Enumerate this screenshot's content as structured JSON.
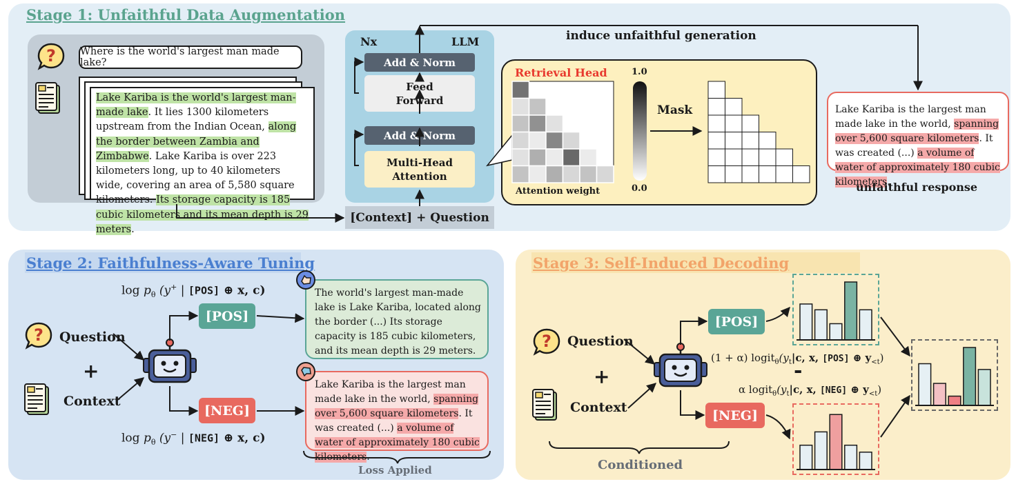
{
  "stage1": {
    "title": "Stage 1: Unfaithful Data Augmentation",
    "question": "Where is the world's largest man made lake?",
    "document": [
      {
        "t": "Lake Kariba is the world's largest man-made lake",
        "h": "g"
      },
      {
        "t": ". It lies 1300 kilometers upstream from the Indian Ocean, ",
        "h": ""
      },
      {
        "t": "along the border between Zambia and Zimbabwe",
        "h": "g"
      },
      {
        "t": ". Lake Kariba is over 223 kilometers long, up to 40 kilometers wide, covering an area of 5,580 square kilometers. ",
        "h": ""
      },
      {
        "t": "Its storage capacity is 185 cubic kilometers and its mean depth is 29 meters",
        "h": "g"
      },
      {
        "t": ".",
        "h": ""
      }
    ],
    "nx": "Nx",
    "llm": "LLM",
    "add_norm_top": "Add & Norm",
    "feed_forward": "Feed Forward",
    "add_norm_bottom": "Add & Norm",
    "multi_head": "Multi-Head Attention",
    "context_question": "[Context] + Question",
    "induce": "induce unfaithful generation",
    "retrieval_head": "Retrieval Head",
    "attention_weight": "Attention weight",
    "scale_max": "1.0",
    "scale_min": "0.0",
    "mask": "Mask",
    "unfaithful_response": [
      {
        "t": "Lake Kariba is the largest man made lake in the world, ",
        "h": ""
      },
      {
        "t": "spanning over 5,600 square kilometers",
        "h": "r"
      },
      {
        "t": ". It was created (...) ",
        "h": ""
      },
      {
        "t": "a volume of water of approximately 180 cubic kilometers",
        "h": "r"
      },
      {
        "t": ".",
        "h": ""
      }
    ],
    "unfaithful_label": "unfaithful response"
  },
  "stage2": {
    "title": "Stage 2: Faithfulness-Aware Tuning",
    "question": "Question",
    "plus": "+",
    "context": "Context",
    "pos_tag": "[POS]",
    "neg_tag": "[NEG]",
    "pos_formula": {
      "pre": "log ",
      "p": "p",
      "sub": "θ",
      "open": " (y",
      "sup": "+",
      "mid": " | ",
      "tag": "[POS]",
      "post": " ⊕ x, c)"
    },
    "neg_formula": {
      "pre": "log ",
      "p": "p",
      "sub": "θ",
      "open": " (y",
      "sup": "−",
      "mid": " | ",
      "tag": "[NEG]",
      "post": " ⊕ x, c)"
    },
    "pos_response": "The world's largest man-made lake is Lake Kariba, located along the border (...) Its storage capacity is 185 cubic kilometers, and its mean depth is 29 meters.",
    "neg_response": [
      {
        "t": "Lake Kariba is the largest man made lake in the world, ",
        "h": ""
      },
      {
        "t": "spanning over 5,600 square kilometers",
        "h": "r"
      },
      {
        "t": ". It was created (...) ",
        "h": ""
      },
      {
        "t": "a volume of water of approximately 180 cubic kilometers",
        "h": "r"
      },
      {
        "t": ".",
        "h": ""
      }
    ],
    "loss": "Loss Applied"
  },
  "stage3": {
    "title": "Stage 3: Self-Induced Decoding",
    "question": "Question",
    "plus": "+",
    "context": "Context",
    "pos_tag": "[POS]",
    "neg_tag": "[NEG]",
    "conditioned": "Conditioned",
    "formula_pos": {
      "pre": "(1 + α) logit",
      "sub": "θ",
      "open": "(y",
      "sub2": "t",
      "mid": "|c, x, ",
      "tag": "[POS]",
      "post": " ⊕ y",
      "sub3": "<t",
      "close": ")"
    },
    "minus": "-",
    "formula_neg": {
      "pre": "α logit",
      "sub": "θ",
      "open": "(y",
      "sub2": "t",
      "mid": "|c, x, ",
      "tag": "[NEG]",
      "post": " ⊕ y",
      "sub3": "<t",
      "close": ")"
    }
  },
  "colors": {
    "stage1_bg": "#e3eef6",
    "stage2_bg": "#d6e4f3",
    "stage3_bg": "#fbeeca",
    "title1": "#5aa38e",
    "title2": "#4a7fd0",
    "title3": "#f2a46a",
    "pos": "#5aa596",
    "neg": "#e8695f",
    "llm_block": "#a9d3e4",
    "gray_block": "#566270"
  },
  "chart_data": [
    {
      "type": "bar",
      "name": "pos-distribution",
      "values": [
        0.62,
        0.52,
        0.28,
        1.0,
        0.52
      ]
    },
    {
      "type": "bar",
      "name": "neg-distribution",
      "values": [
        0.42,
        0.65,
        0.95,
        0.42,
        0.3
      ]
    },
    {
      "type": "bar",
      "name": "combined-distribution",
      "values": [
        0.72,
        0.38,
        0.16,
        1.0,
        0.62
      ]
    },
    {
      "type": "heatmap",
      "name": "retrieval-head-attention",
      "grid": [
        [
          0.7
        ],
        [
          0.15,
          0.3
        ],
        [
          0.3,
          0.55,
          0.15
        ],
        [
          0.2,
          0.1,
          0.6,
          0.2
        ],
        [
          0.15,
          0.4,
          0.1,
          0.75,
          0.1
        ],
        [
          0.3,
          0.1,
          0.4,
          0.2,
          0.3,
          0.2
        ]
      ]
    }
  ]
}
